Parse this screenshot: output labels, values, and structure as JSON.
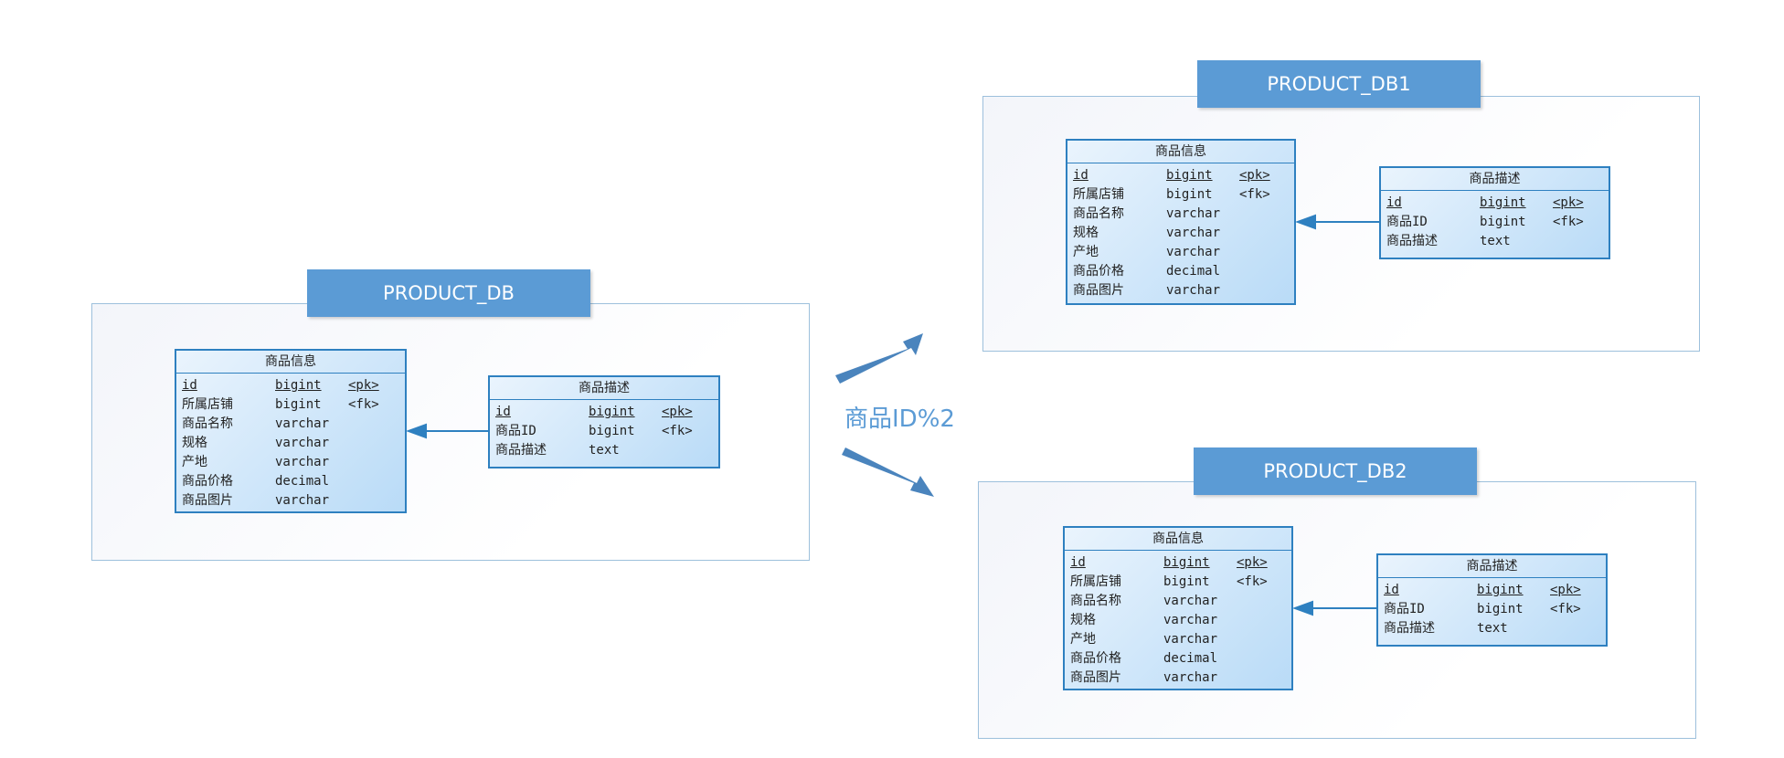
{
  "split_label": "商品ID%2",
  "colors": {
    "accent": "#5b9bd5",
    "entity_border": "#2e80c0"
  },
  "databases": [
    {
      "title": "PRODUCT_DB",
      "product_info": {
        "title": "商品信息",
        "rows": [
          {
            "name": "id",
            "type": "bigint",
            "key": "<pk>"
          },
          {
            "name": "所属店铺",
            "type": "bigint",
            "key": "<fk>"
          },
          {
            "name": "商品名称",
            "type": "varchar",
            "key": ""
          },
          {
            "name": "规格",
            "type": "varchar",
            "key": ""
          },
          {
            "name": "产地",
            "type": "varchar",
            "key": ""
          },
          {
            "name": "商品价格",
            "type": "decimal",
            "key": ""
          },
          {
            "name": "商品图片",
            "type": "varchar",
            "key": ""
          }
        ]
      },
      "product_desc": {
        "title": "商品描述",
        "rows": [
          {
            "name": "id",
            "type": "bigint",
            "key": "<pk>"
          },
          {
            "name": "商品ID",
            "type": "bigint",
            "key": "<fk>"
          },
          {
            "name": "商品描述",
            "type": "text",
            "key": ""
          }
        ]
      }
    },
    {
      "title": "PRODUCT_DB1",
      "product_info": {
        "title": "商品信息",
        "rows": [
          {
            "name": "id",
            "type": "bigint",
            "key": "<pk>"
          },
          {
            "name": "所属店铺",
            "type": "bigint",
            "key": "<fk>"
          },
          {
            "name": "商品名称",
            "type": "varchar",
            "key": ""
          },
          {
            "name": "规格",
            "type": "varchar",
            "key": ""
          },
          {
            "name": "产地",
            "type": "varchar",
            "key": ""
          },
          {
            "name": "商品价格",
            "type": "decimal",
            "key": ""
          },
          {
            "name": "商品图片",
            "type": "varchar",
            "key": ""
          }
        ]
      },
      "product_desc": {
        "title": "商品描述",
        "rows": [
          {
            "name": "id",
            "type": "bigint",
            "key": "<pk>"
          },
          {
            "name": "商品ID",
            "type": "bigint",
            "key": "<fk>"
          },
          {
            "name": "商品描述",
            "type": "text",
            "key": ""
          }
        ]
      }
    },
    {
      "title": "PRODUCT_DB2",
      "product_info": {
        "title": "商品信息",
        "rows": [
          {
            "name": "id",
            "type": "bigint",
            "key": "<pk>"
          },
          {
            "name": "所属店铺",
            "type": "bigint",
            "key": "<fk>"
          },
          {
            "name": "商品名称",
            "type": "varchar",
            "key": ""
          },
          {
            "name": "规格",
            "type": "varchar",
            "key": ""
          },
          {
            "name": "产地",
            "type": "varchar",
            "key": ""
          },
          {
            "name": "商品价格",
            "type": "decimal",
            "key": ""
          },
          {
            "name": "商品图片",
            "type": "varchar",
            "key": ""
          }
        ]
      },
      "product_desc": {
        "title": "商品描述",
        "rows": [
          {
            "name": "id",
            "type": "bigint",
            "key": "<pk>"
          },
          {
            "name": "商品ID",
            "type": "bigint",
            "key": "<fk>"
          },
          {
            "name": "商品描述",
            "type": "text",
            "key": ""
          }
        ]
      }
    }
  ]
}
